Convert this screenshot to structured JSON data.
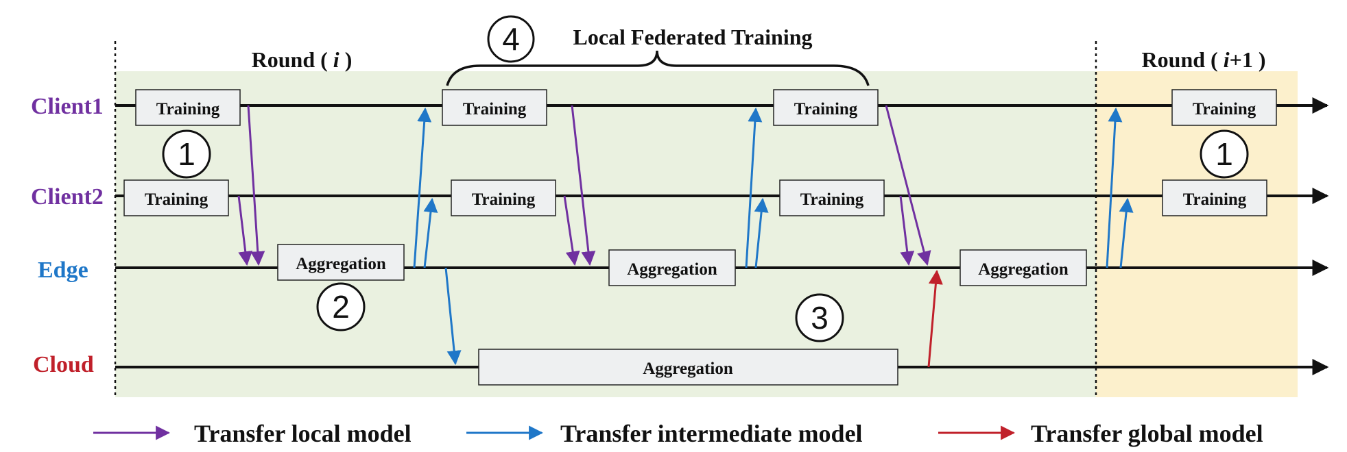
{
  "rounds": {
    "current": {
      "prefix": "Round ( ",
      "var": "i",
      "suffix": " )"
    },
    "next": {
      "prefix": "Round ( ",
      "var": "i",
      "plus": "+1",
      "suffix": " )"
    }
  },
  "brace_label": {
    "number": "4",
    "text": "Local Federated Training"
  },
  "lanes": {
    "client1": {
      "label": "Client1",
      "color": "#7030a0"
    },
    "client2": {
      "label": "Client2",
      "color": "#7030a0"
    },
    "edge": {
      "label": "Edge",
      "color": "#1f77c8"
    },
    "cloud": {
      "label": "Cloud",
      "color": "#c0202a"
    }
  },
  "boxes": {
    "training": "Training",
    "aggregation": "Aggregation"
  },
  "step_numbers": {
    "one": "1",
    "two": "2",
    "three": "3"
  },
  "legend": {
    "local": {
      "label": "Transfer local model",
      "color": "#7030a0"
    },
    "intermediate": {
      "label": "Transfer intermediate model",
      "color": "#1f77c8"
    },
    "global": {
      "label": "Transfer global model",
      "color": "#c0202a"
    }
  },
  "colors": {
    "round_bg": "#eaf1e0",
    "next_round_bg": "#fcf0cc"
  }
}
